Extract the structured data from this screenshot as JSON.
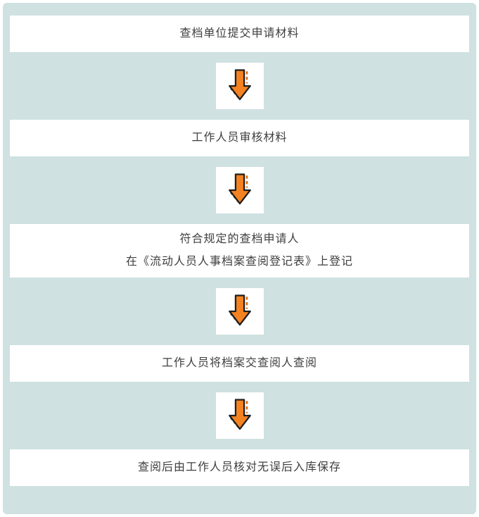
{
  "palette": {
    "background_color": "#cfe1e1",
    "panel_color": "#ffffff",
    "arrow_fill": "#f58220",
    "arrow_accent": "#e06a00",
    "arrow_outline": "#1f1f1f",
    "text_color": "#3f3f3f"
  },
  "steps": [
    {
      "lines": [
        "查档单位提交申请材料"
      ]
    },
    {
      "lines": [
        "工作人员审核材料"
      ]
    },
    {
      "lines": [
        "符合规定的查档申请人",
        "在《流动人员人事档案查阅登记表》上登记"
      ]
    },
    {
      "lines": [
        "工作人员将档案交查阅人查阅"
      ]
    },
    {
      "lines": [
        "查阅后由工作人员核对无误后入库保存"
      ]
    }
  ],
  "chart_data": {
    "type": "table",
    "title": "",
    "flow_sequence": [
      "查档单位提交申请材料",
      "工作人员审核材料",
      "符合规定的查档申请人 在《流动人员人事档案查阅登记表》上登记",
      "工作人员将档案交查阅人查阅",
      "查阅后由工作人员核对无误后入库保存"
    ]
  }
}
